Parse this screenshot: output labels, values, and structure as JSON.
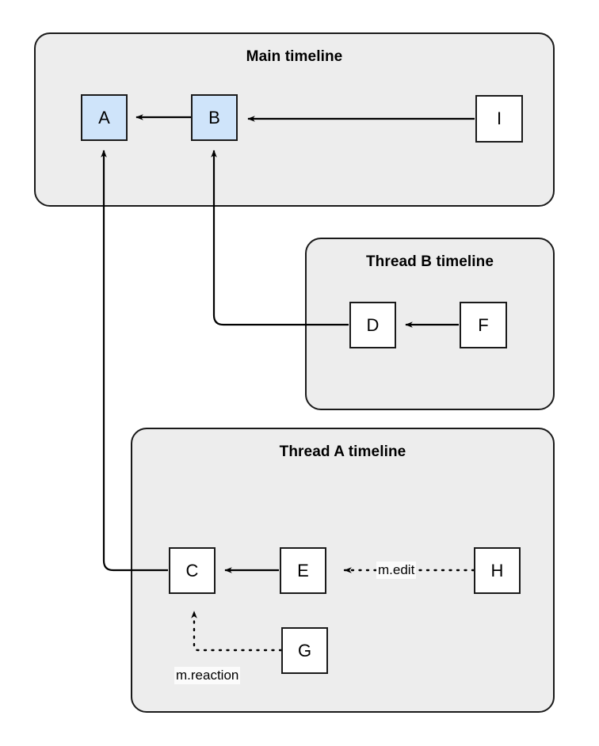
{
  "diagram": {
    "title_absent": true,
    "background": "#ffffff",
    "group_fill": "#ededed",
    "stroke": "#1a1a1a",
    "highlight_fill": "#cfe4fa",
    "groups": [
      {
        "id": "main",
        "label": "Main timeline"
      },
      {
        "id": "threadB",
        "label": "Thread B timeline"
      },
      {
        "id": "threadA",
        "label": "Thread A timeline"
      }
    ],
    "nodes": [
      {
        "id": "A",
        "label": "A",
        "group": "main",
        "highlighted": true
      },
      {
        "id": "B",
        "label": "B",
        "group": "main",
        "highlighted": true
      },
      {
        "id": "I",
        "label": "I",
        "group": "main",
        "highlighted": false
      },
      {
        "id": "D",
        "label": "D",
        "group": "threadB",
        "highlighted": false
      },
      {
        "id": "F",
        "label": "F",
        "group": "threadB",
        "highlighted": false
      },
      {
        "id": "C",
        "label": "C",
        "group": "threadA",
        "highlighted": false
      },
      {
        "id": "E",
        "label": "E",
        "group": "threadA",
        "highlighted": false
      },
      {
        "id": "G",
        "label": "G",
        "group": "threadA",
        "highlighted": false
      },
      {
        "id": "H",
        "label": "H",
        "group": "threadA",
        "highlighted": false
      }
    ],
    "edges": [
      {
        "from": "B",
        "to": "A",
        "style": "solid",
        "label": ""
      },
      {
        "from": "I",
        "to": "B",
        "style": "solid",
        "label": ""
      },
      {
        "from": "F",
        "to": "D",
        "style": "solid",
        "label": ""
      },
      {
        "from": "D",
        "to": "B",
        "style": "solid",
        "label": ""
      },
      {
        "from": "E",
        "to": "C",
        "style": "solid",
        "label": ""
      },
      {
        "from": "C",
        "to": "A",
        "style": "solid",
        "label": ""
      },
      {
        "from": "H",
        "to": "E",
        "style": "dotted",
        "label": "m.edit"
      },
      {
        "from": "G",
        "to": "C",
        "style": "dotted",
        "label": "m.reaction"
      }
    ],
    "labels": {
      "m_edit": "m.edit",
      "m_reaction": "m.reaction"
    }
  }
}
